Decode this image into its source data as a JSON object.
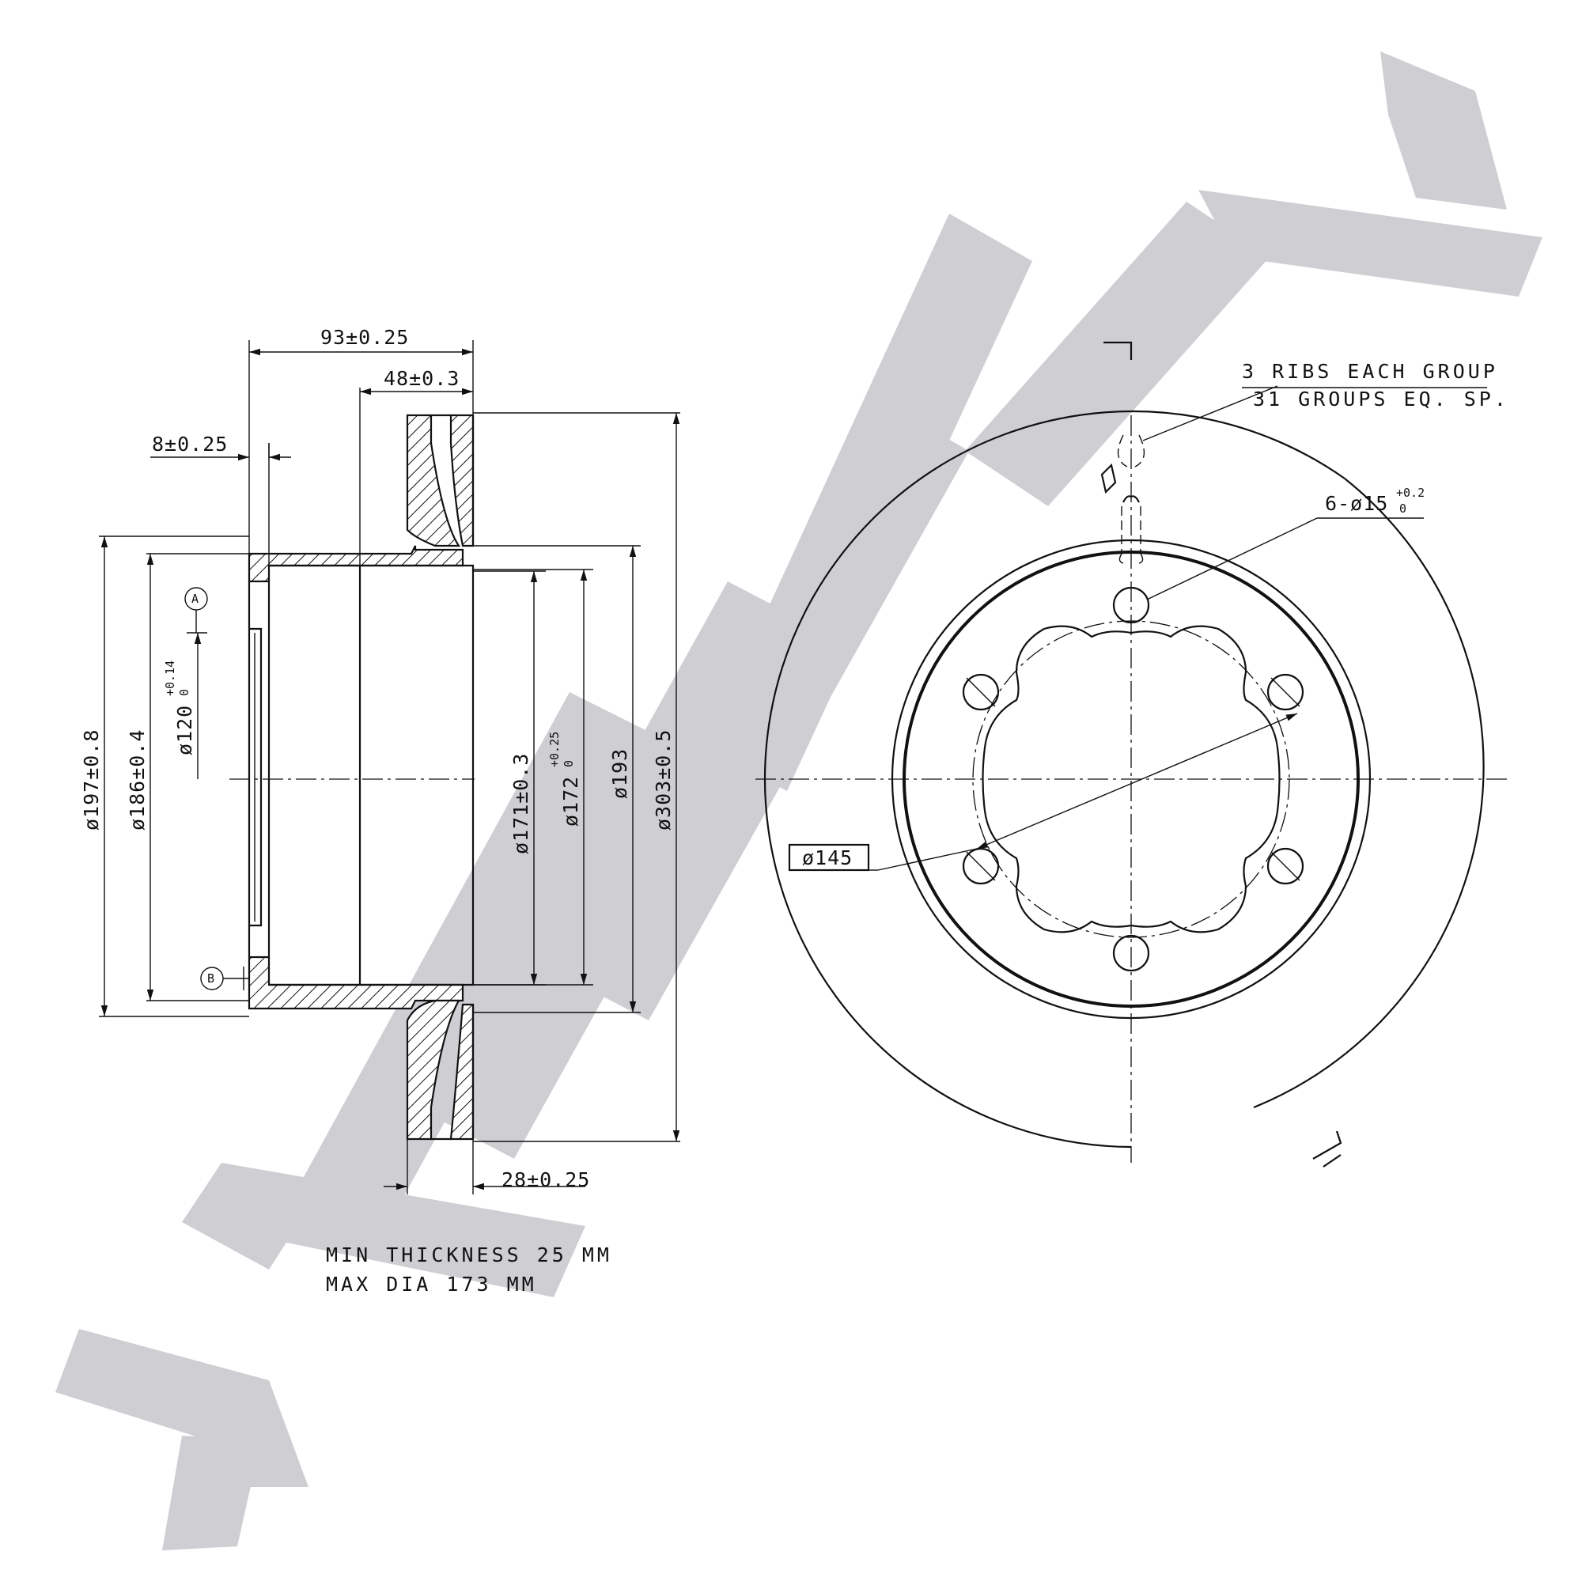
{
  "watermark": {
    "text": "ZENIMEK",
    "color": "#cfcfd3"
  },
  "section_view": {
    "dims": {
      "width_total": "93±0.25",
      "hat_depth": "48±0.3",
      "flange": "8±0.25",
      "disc_thickness": "28±0.25",
      "d197": "ø197±0.8",
      "d186": "ø186±0.4",
      "d120": "ø120",
      "d120_tol_upper": "+0.14",
      "d120_tol_lower": "0",
      "d171": "ø171±0.3",
      "d172": "ø172",
      "d172_tol_upper": "+0.25",
      "d172_tol_lower": "0",
      "d193": "ø193",
      "d303": "ø303±0.5"
    },
    "datums": {
      "a": "A",
      "b": "B"
    }
  },
  "front_view": {
    "ribs_line1": "3 RIBS EACH GROUP",
    "ribs_line2": "31 GROUPS EQ. SP.",
    "holes": "6-ø15",
    "holes_tol_upper": "+0.2",
    "holes_tol_lower": "0",
    "pcd": "ø145"
  },
  "notes": {
    "line1": "MIN THICKNESS 25 MM",
    "line2": "MAX DIA 173 MM"
  }
}
